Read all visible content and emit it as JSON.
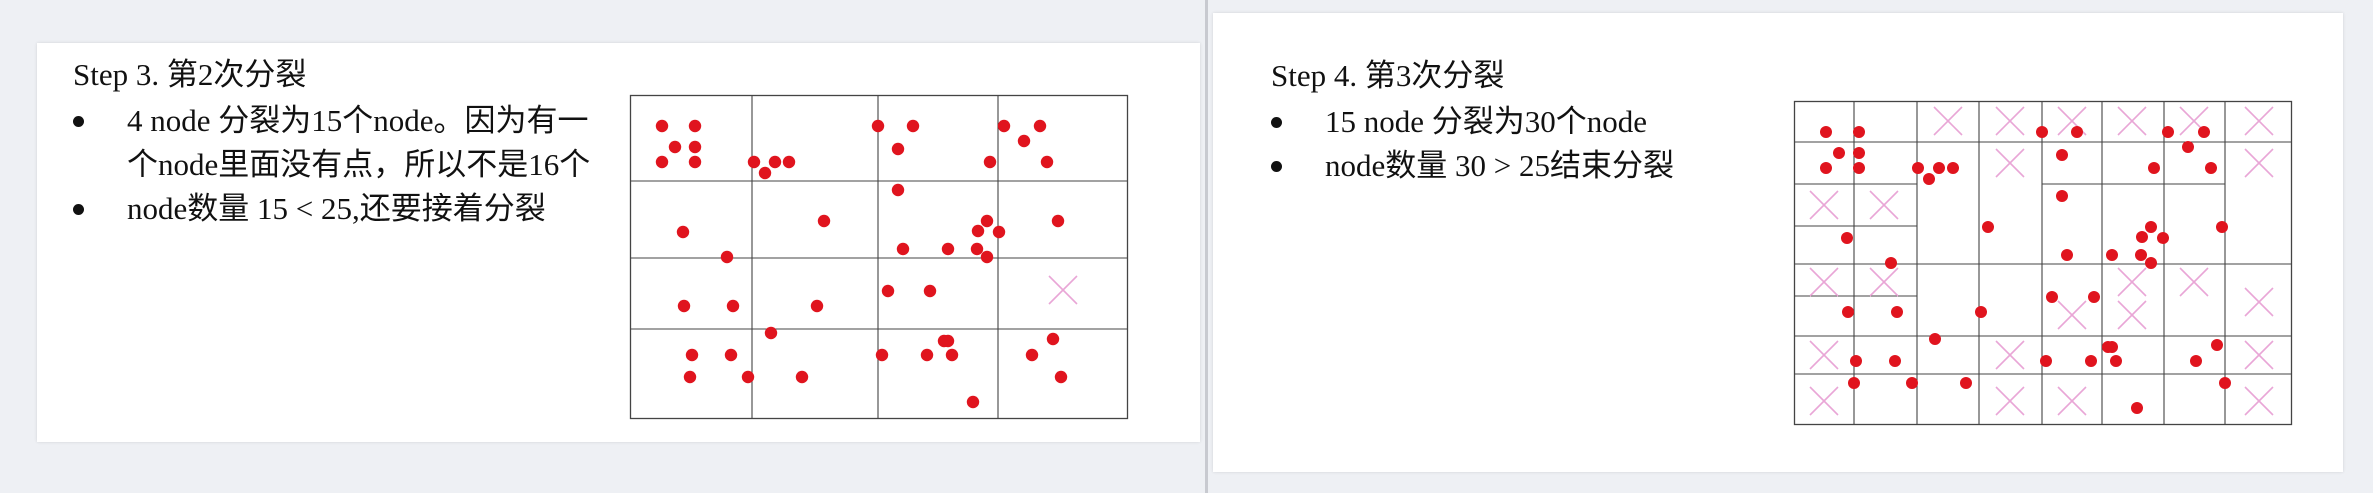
{
  "slides": [
    {
      "heading": "Step 3. 第2次分裂",
      "bullets": [
        "4 node 分裂为15个node。因为有一个node里面没有点，所以不是16个",
        "node数量 15 < 25,还要接着分裂"
      ]
    },
    {
      "heading": "Step 4. 第3次分裂",
      "bullets": [
        "15 node 分裂为30个node",
        "node数量 30 > 25结束分裂"
      ]
    }
  ],
  "colors": {
    "point": "#e0141e",
    "empty_mark": "#e9a6d6",
    "grid_line": "#444444"
  }
}
